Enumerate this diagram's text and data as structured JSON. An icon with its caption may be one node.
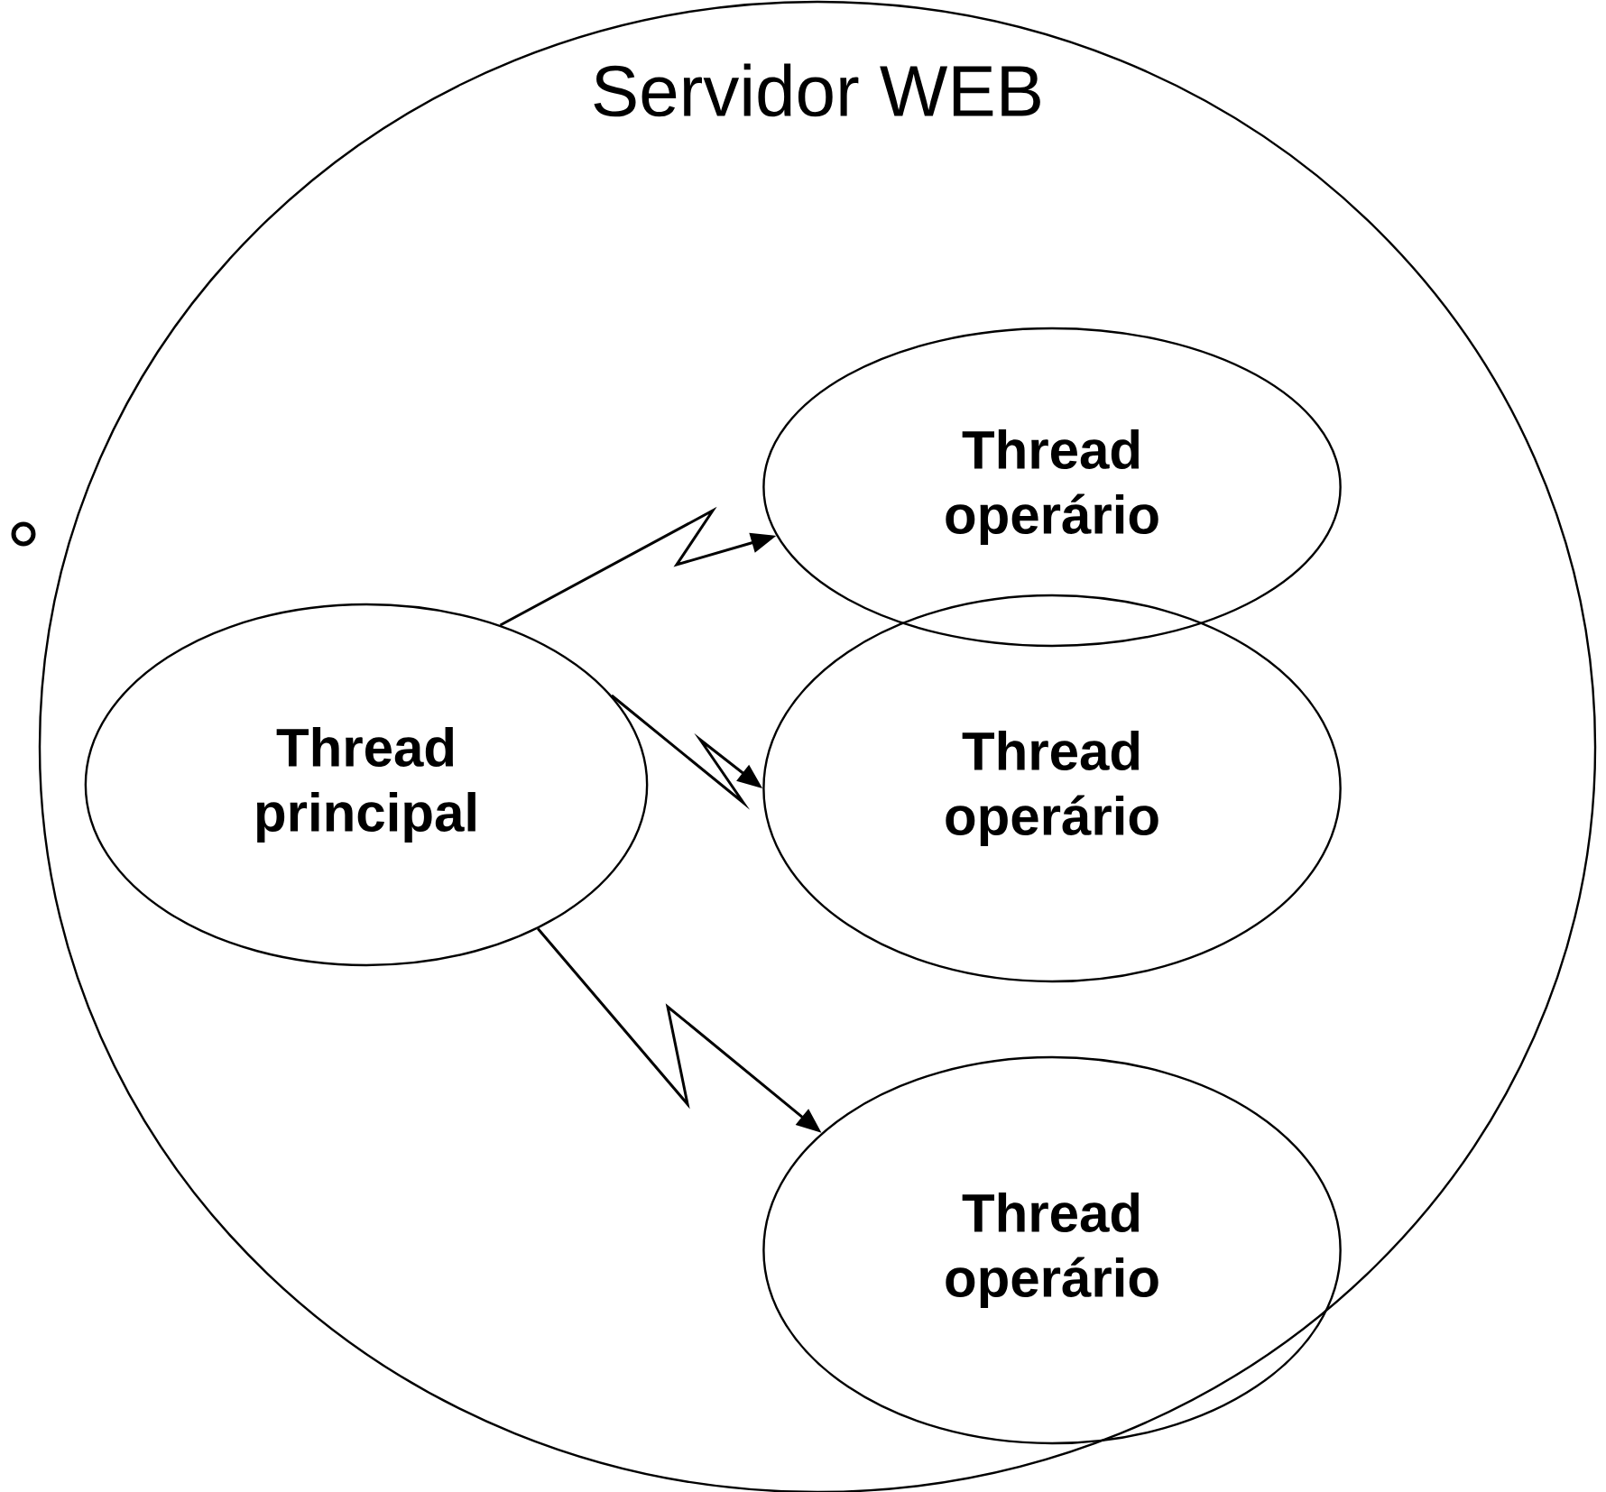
{
  "diagram": {
    "nodes": [
      {
        "text": [
          "Servidor WEB"
        ]
      },
      {
        "text": [
          "Thread principal"
        ],
        "in": 0
      },
      {
        "text": [
          "Thread operário"
        ],
        "in": 0
      },
      {
        "text": [
          "Thread operário"
        ],
        "in": 0
      },
      {
        "text": [
          "Thread operário"
        ],
        "in": 0
      }
    ],
    "edges": [
      {
        "from": 1,
        "to": 2,
        "arrow": "to"
      },
      {
        "from": 1,
        "to": 3,
        "arrow": "to"
      },
      {
        "from": 1,
        "to": 4,
        "arrow": "to"
      }
    ]
  }
}
